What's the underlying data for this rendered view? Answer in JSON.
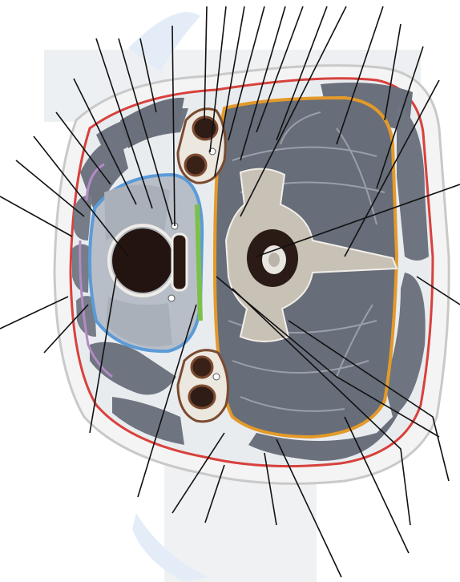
{
  "diagram": {
    "kind": "anatomical cross-section",
    "labels_printed": false,
    "leader_line_count": 31
  },
  "colors": {
    "background": "#ffffff",
    "watermark": "#dfe8f2",
    "skin_fill": "#f3f3f3",
    "muscle": "#6e7480",
    "muscle_highlight": "#9aa0aa",
    "fascia_red": "#d8413c",
    "fascia_orange": "#e39a2a",
    "fascia_blue": "#5b9bd8",
    "fascia_purple": "#b58ac4",
    "fascia_green": "#7cc04a",
    "vessel_brown": "#7b4a2f",
    "vessel_dark": "#2f1c17",
    "bone": "#c8c1b6",
    "trachea_dark": "#24140f",
    "leader_line": "#111111"
  },
  "icons": {
    "watermark": "letter-t-watermark"
  }
}
